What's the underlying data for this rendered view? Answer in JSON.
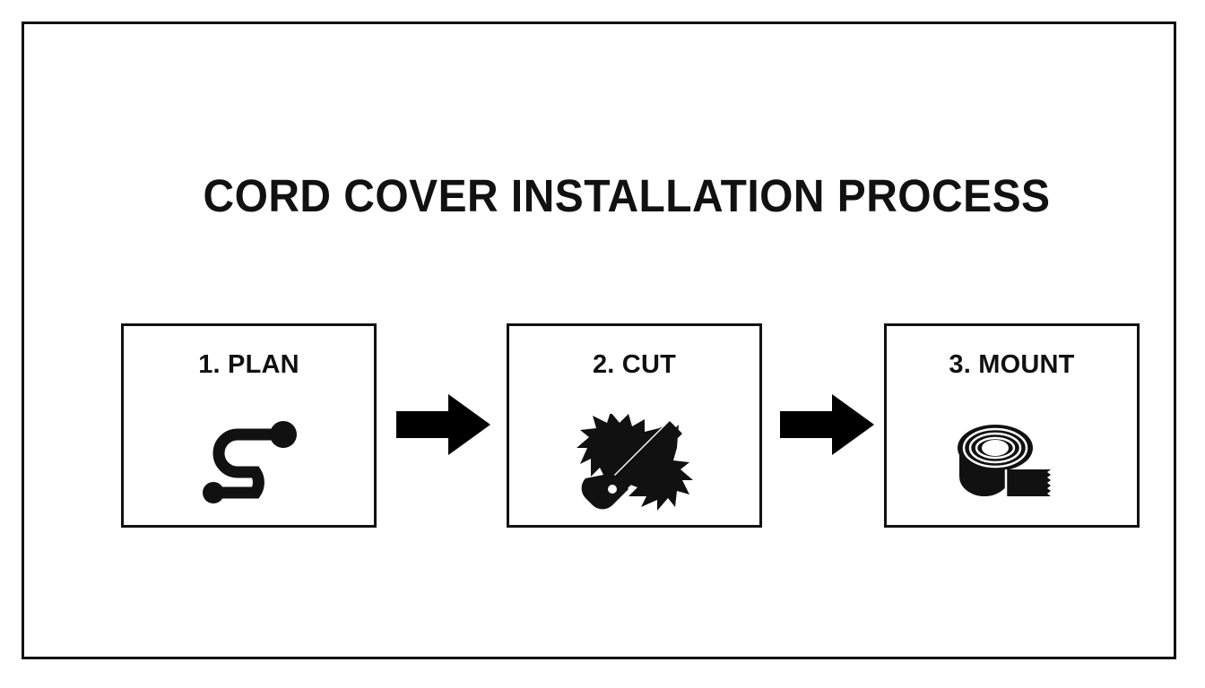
{
  "page": {
    "title": "CORD COVER INSTALLATION PROCESS",
    "background_color": "#ffffff",
    "frame_color": "#111111",
    "ink_color": "#111111"
  },
  "steps": [
    {
      "label": "1. PLAN",
      "icon": "cord-route-icon"
    },
    {
      "label": "2. CUT",
      "icon": "handsaw-icon"
    },
    {
      "label": "3. MOUNT",
      "icon": "tape-roll-icon"
    }
  ],
  "connectors": [
    {
      "icon": "arrow-right-icon"
    },
    {
      "icon": "arrow-right-icon"
    }
  ]
}
